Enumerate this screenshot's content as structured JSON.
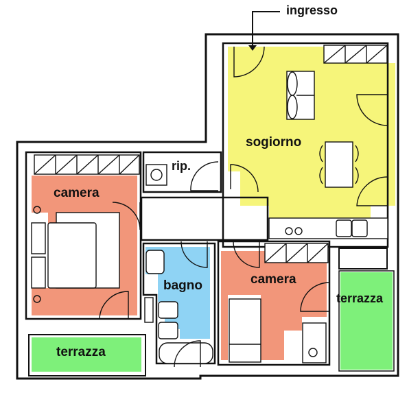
{
  "plan": {
    "entrance_label": "ingresso",
    "rooms": [
      {
        "id": "sogiorno",
        "label": "sogiorno",
        "color": "#f6f57a"
      },
      {
        "id": "camera-1",
        "label": "camera",
        "color": "#f2967a"
      },
      {
        "id": "ripostiglio",
        "label": "rip.",
        "color": "#ffffff"
      },
      {
        "id": "bagno",
        "label": "bagno",
        "color": "#8fd3f4"
      },
      {
        "id": "camera-2",
        "label": "camera",
        "color": "#f2967a"
      },
      {
        "id": "terrazza-1",
        "label": "terrazza",
        "color": "#7ef07a"
      },
      {
        "id": "terrazza-2",
        "label": "terrazza",
        "color": "#7ef07a"
      }
    ]
  }
}
